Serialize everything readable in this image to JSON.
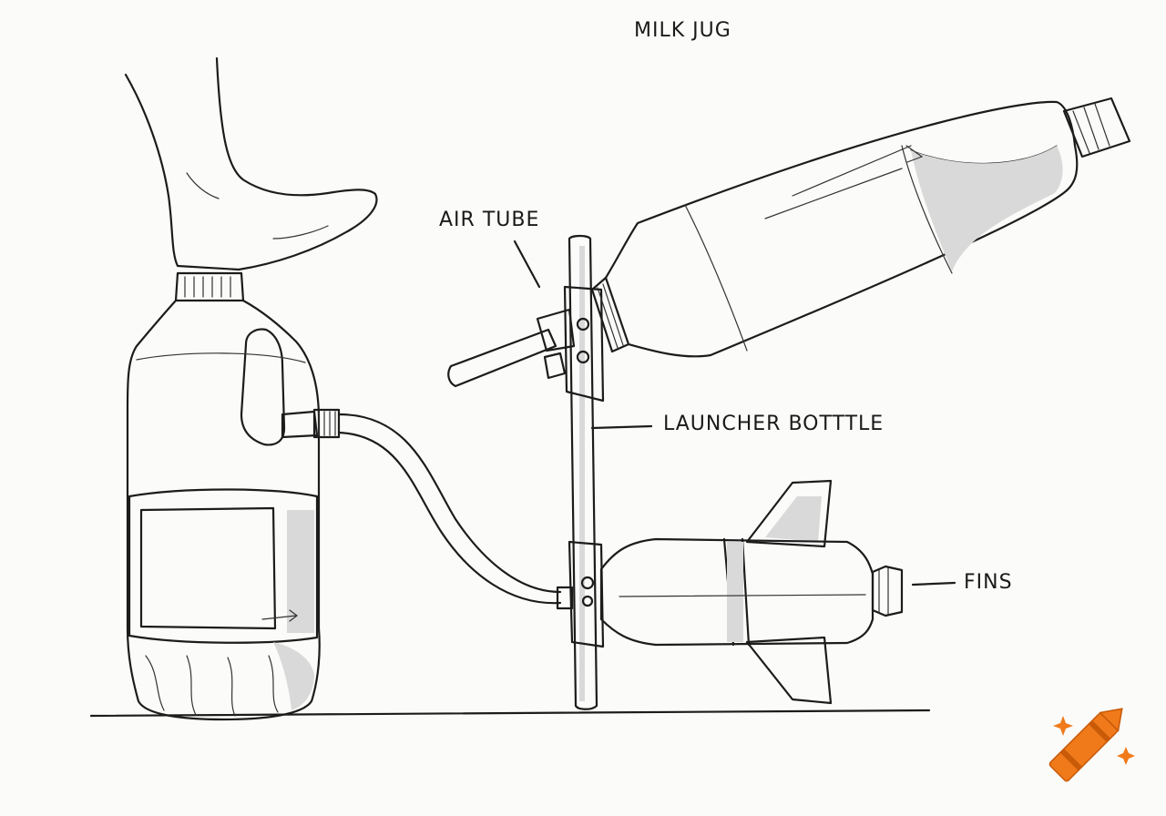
{
  "labels": {
    "milk_jug": "MILK JUG",
    "air_tube": "AIR TUBE",
    "launcher_bottle": "LAUNCHER BOTTTLE",
    "fins": "FINS"
  },
  "icons": {
    "watermark": "crayon-icon"
  },
  "colors": {
    "ink": "#1c1c1c",
    "paper": "#fbfbf9",
    "shade": "#d9d9d9",
    "crayon": "#f07a1a"
  }
}
